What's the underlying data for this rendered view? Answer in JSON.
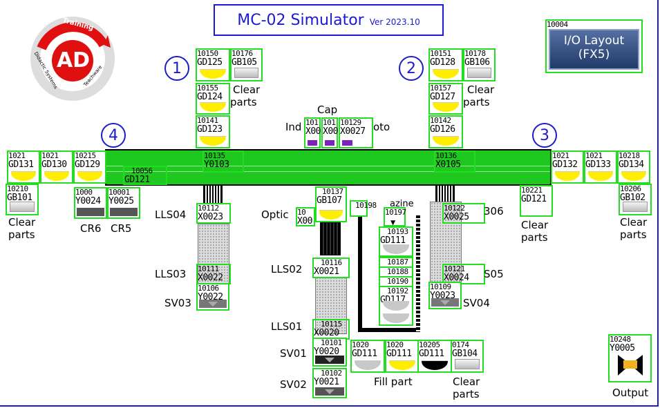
{
  "title": {
    "main": "MC-02 Simulator",
    "version": "Ver 2023.10"
  },
  "logo": {
    "letters": "AD",
    "ring_top": "Training",
    "ring_left": "Didactic Systems",
    "ring_right": "Teachware"
  },
  "stations": {
    "s1": "1",
    "s2": "2",
    "s3": "3",
    "s4": "4"
  },
  "io_layout": {
    "code": "10004",
    "line1": "I/O Layout",
    "line2": "(FX5)"
  },
  "left_tower": [
    {
      "code": "10150",
      "dev": "GD125"
    },
    {
      "code": "10155",
      "dev": "GD124"
    },
    {
      "code": "10141",
      "dev": "GD123"
    }
  ],
  "left_tower_gb": {
    "code": "10176",
    "dev": "GB105",
    "caption1": "Clear",
    "caption2": "parts"
  },
  "right_tower": [
    {
      "code": "10151",
      "dev": "GD128"
    },
    {
      "code": "10157",
      "dev": "GD127"
    },
    {
      "code": "10142",
      "dev": "GD126"
    }
  ],
  "right_tower_gb": {
    "code": "10178",
    "dev": "GB106",
    "caption1": "Clear",
    "caption2": "parts"
  },
  "cap_label": "Cap",
  "cap_sensors": [
    {
      "code": "101",
      "dev": "X00"
    },
    {
      "code": "101",
      "dev": "X00"
    },
    {
      "code": "10129",
      "dev": "X0027"
    }
  ],
  "ind_label": "Ind",
  "oto_label": "oto",
  "left_lamps": [
    {
      "code": "1021",
      "dev": "GD131"
    },
    {
      "code": "1021",
      "dev": "GD130"
    },
    {
      "code": "10215",
      "dev": "GD129"
    }
  ],
  "right_lamps": [
    {
      "code": "1021",
      "dev": "GD132"
    },
    {
      "code": "1021",
      "dev": "GD133"
    },
    {
      "code": "10218",
      "dev": "GD134"
    }
  ],
  "conveyor_labels": {
    "l1_code": "10135",
    "l1_dev": "Y0103",
    "gd_code": "10056",
    "gd_dev": "GD121",
    "r1_code": "10136",
    "r1_dev": "X0105"
  },
  "left_clear": {
    "code": "10210",
    "dev": "GB101",
    "caption1": "Clear",
    "caption2": "parts"
  },
  "cr_buttons": [
    {
      "code": "1000",
      "dev": "Y0024",
      "caption": "CR6"
    },
    {
      "code": "10001",
      "dev": "Y0025",
      "caption": "CR5"
    }
  ],
  "right_clear1": {
    "code": "10221",
    "dev": "GD121",
    "caption1": "Clear",
    "caption2": "parts"
  },
  "right_clear2": {
    "code": "10206",
    "dev": "GB102",
    "caption1": "Clear",
    "caption2": "parts"
  },
  "lls_left": {
    "top": {
      "code": "10112",
      "dev": "X0023",
      "label": "LLS04"
    },
    "mid": {
      "code": "10111",
      "dev": "X0022",
      "label": "LLS03"
    },
    "sv": {
      "code": "10106",
      "dev": "Y0022",
      "label": "SV03"
    }
  },
  "lls_right": {
    "top": {
      "code": "10122",
      "dev": "X0025",
      "label": "306"
    },
    "mid": {
      "code": "10121",
      "dev": "X0024",
      "label": "S05"
    },
    "sv": {
      "code": "10109",
      "dev": "Y0023",
      "label": "SV04"
    }
  },
  "optic": {
    "label": "Optic",
    "code": "10137",
    "dev": "GB107",
    "small_code": "10",
    "small_dev": "X00"
  },
  "center_col": {
    "mid": {
      "code": "10116",
      "dev": "X0021",
      "label": "LLS02"
    },
    "low": {
      "code": "10115",
      "dev": "X0020",
      "label": "LLS01"
    },
    "sv1": {
      "code": "10101",
      "dev": "Y0020",
      "label": "SV01"
    },
    "sv2": {
      "code": "10102",
      "dev": "Y0021",
      "label": "SV02"
    }
  },
  "magazine": {
    "label": "azine",
    "code1": "10198",
    "code2": "10197",
    "dev_top": "GD111",
    "code3": "10193",
    "code4": "10187",
    "code5": "10188",
    "code6": "10190",
    "code7": "10192",
    "dev_low": "GD117"
  },
  "fill_row": [
    {
      "code": "1020",
      "dev": "GD111",
      "style": "grey"
    },
    {
      "code": "1020",
      "dev": "GD111",
      "style": "yellow"
    },
    {
      "code": "10205",
      "dev": "GD111",
      "style": "dark"
    },
    {
      "code": "0174",
      "dev": "GB104",
      "style": "button"
    }
  ],
  "fill_caption": "Fill part",
  "fill_clear": {
    "caption1": "Clear",
    "caption2": "parts"
  },
  "output": {
    "code": "10248",
    "dev": "Y0005",
    "caption": "Output"
  }
}
